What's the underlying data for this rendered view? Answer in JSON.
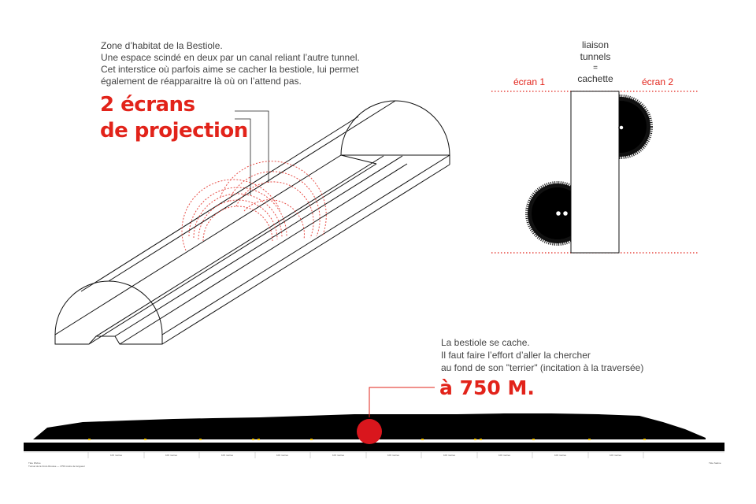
{
  "intro": {
    "lines": [
      "Zone d’habitat de la Bestiole.",
      "Une espace scindé en deux par un canal reliant l’autre tunnel.",
      "Cet interstice où parfois aime se cacher la bestiole, lui permet",
      "également de réapparaitre là où on l’attend pas."
    ]
  },
  "headline": {
    "line1": "2 écrans",
    "line2": "de projection"
  },
  "hiding": {
    "title_lines": [
      "liaison",
      "tunnels",
      "=",
      "cachette"
    ],
    "screen1": "écran 1",
    "screen2": "écran 2"
  },
  "note": {
    "lines": [
      "La bestiole se cache.",
      "Il faut faire l’effort d’aller la chercher",
      "au fond de son \"terrier\"  (incitation à la traversée)"
    ],
    "distance": "à 750 M."
  },
  "scale": {
    "tick_label": "100 mètres",
    "left_lines": [
      "Tête Rhône",
      "Tunnel de la Croix-Rousse — 1750 mètre de longueur"
    ],
    "right_label": "Tête Saône"
  },
  "colors": {
    "accent": "#e2231a",
    "ink": "#111111"
  }
}
